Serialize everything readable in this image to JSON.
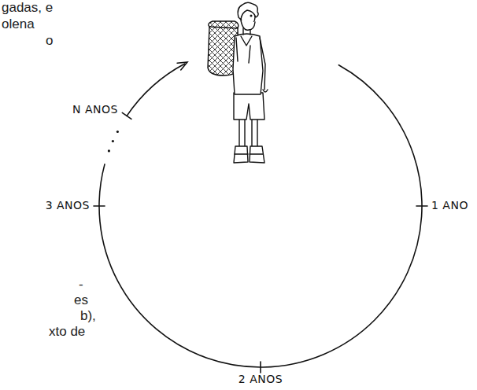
{
  "diagram": {
    "labels": [
      "gadas, e",
      "olena",
      "o",
      "N ANOS",
      "3 ANOS",
      "1 ANO",
      "2 ANOS",
      "-",
      "es",
      "b),",
      "xto de"
    ]
  }
}
